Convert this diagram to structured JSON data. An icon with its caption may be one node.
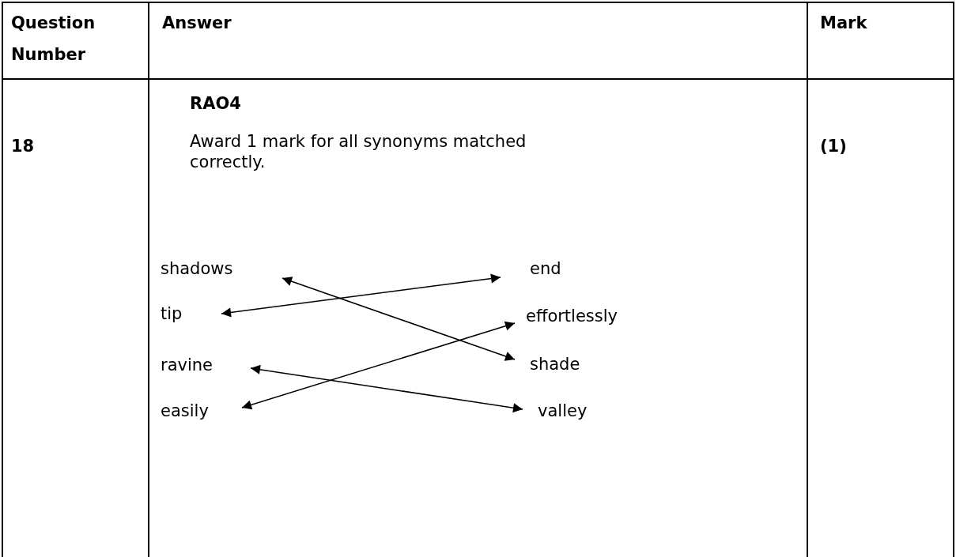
{
  "diagram": {
    "nodes": [
      {
        "text": [
          "shadows"
        ]
      },
      {
        "text": [
          "tip"
        ]
      },
      {
        "text": [
          "ravine"
        ]
      },
      {
        "text": [
          "easily"
        ]
      },
      {
        "text": [
          "end"
        ]
      },
      {
        "text": [
          "effortlessly"
        ]
      },
      {
        "text": [
          "shade"
        ]
      },
      {
        "text": [
          "valley"
        ]
      }
    ],
    "edges": [
      {
        "from": 0,
        "to": 6,
        "arrow": "both"
      },
      {
        "from": 1,
        "to": 4,
        "arrow": "both"
      },
      {
        "from": 2,
        "to": 7,
        "arrow": "both"
      },
      {
        "from": 3,
        "to": 5,
        "arrow": "both"
      }
    ],
    "labels": [
      "Question Number",
      "Answer",
      "Mark",
      "18",
      "RAO4",
      "Award 1 mark for all synonyms matched correctly.",
      "(1)"
    ]
  }
}
